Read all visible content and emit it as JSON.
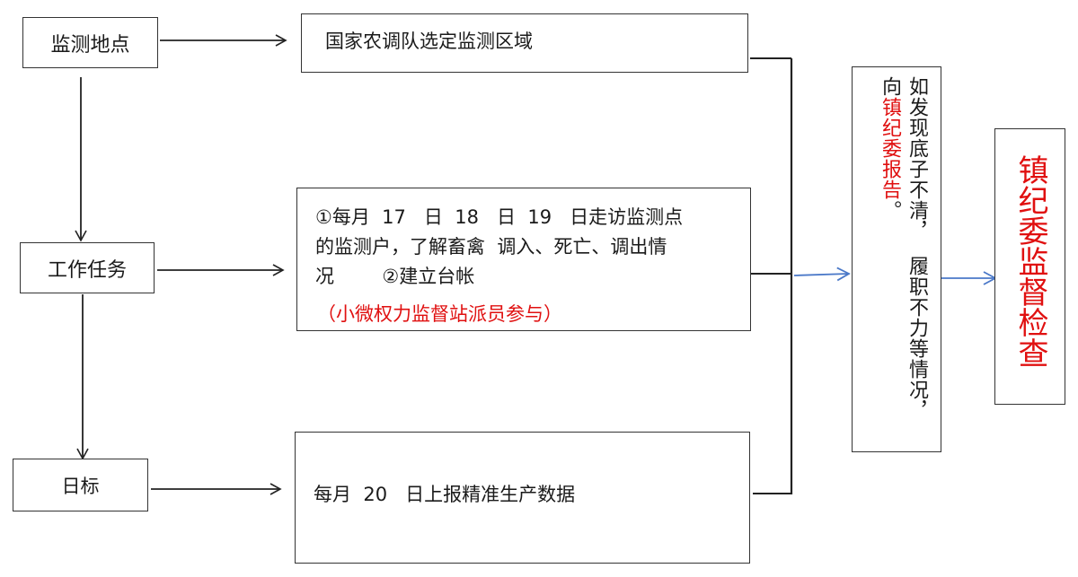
{
  "left": {
    "location": "监测地点",
    "task": "工作任务",
    "goal": "日标"
  },
  "middle": {
    "region": "国家农调队选定监测区域",
    "task_line1": "①每月  17   日  18   日  19   日走访监测点",
    "task_line2": "的监测户，了解畜禽  调入、死亡、调出情",
    "task_line3": "况        ②建立台帐",
    "task_note": "（小微权力监督站派员参与）",
    "report": "每月  20   日上报精准生产数据"
  },
  "notice": {
    "col1": "如发现底子不清，  履职不力等情况，",
    "col2_prefix": "向",
    "col2_red": "镇纪委报告",
    "col2_suffix": "。"
  },
  "final": {
    "label": "镇纪委监督检查"
  },
  "colors": {
    "arrow_black": "#222222",
    "arrow_blue": "#4a78c8",
    "highlight_red": "#e01010"
  }
}
